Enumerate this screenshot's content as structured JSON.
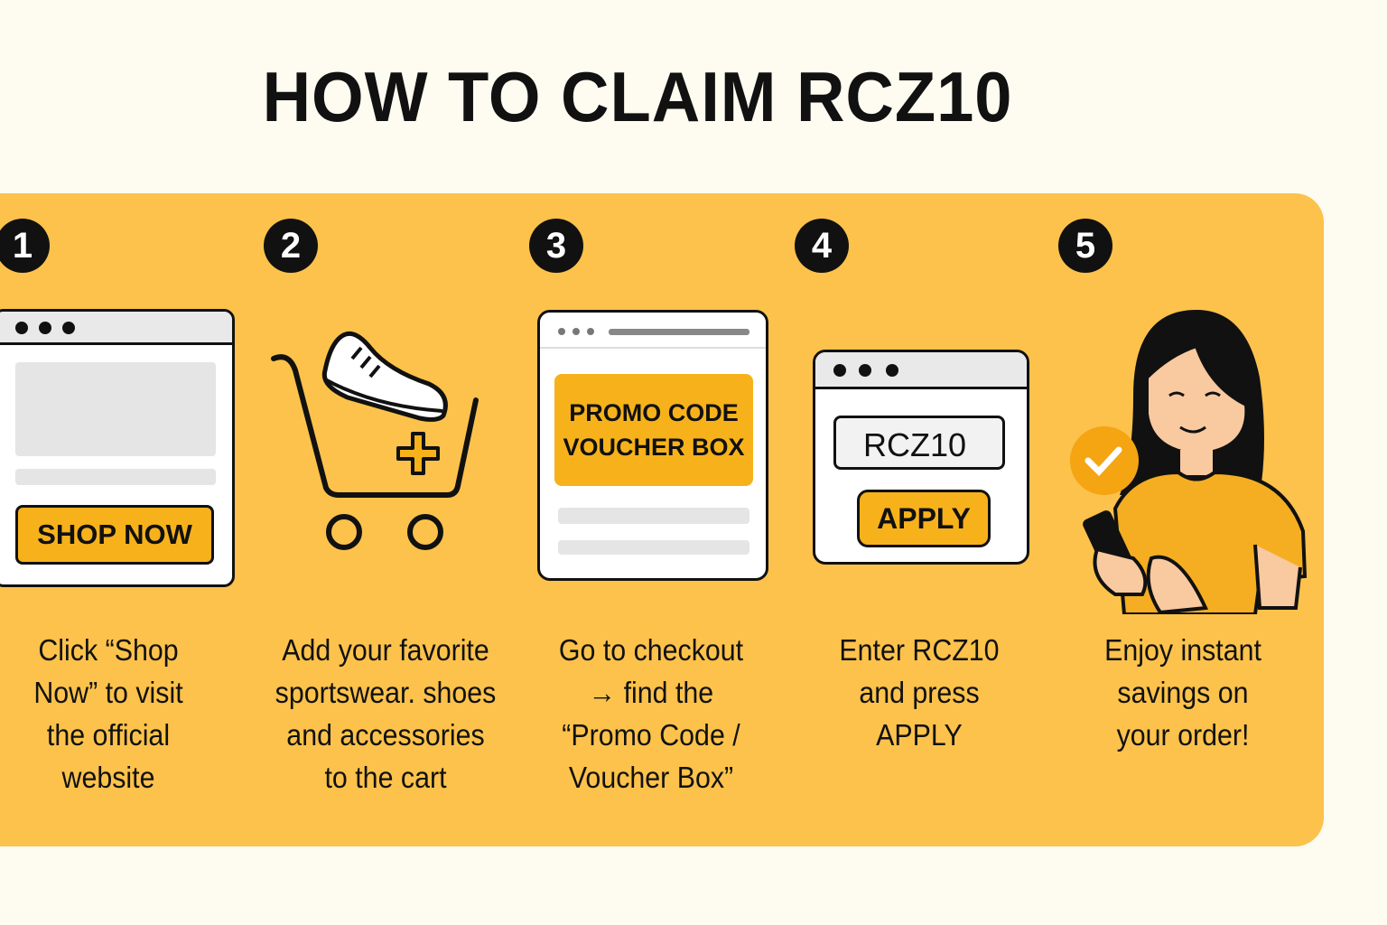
{
  "title": "HOW TO CLAIM RCZ10",
  "steps": [
    {
      "number": "1",
      "button": "SHOP NOW",
      "caption": [
        "Click “Shop",
        "Now” to visit",
        "the official",
        "website"
      ]
    },
    {
      "number": "2",
      "caption": [
        "Add your favorite",
        "sportswear. shoes",
        "and accessories",
        "to the cart"
      ]
    },
    {
      "number": "3",
      "box": [
        "PROMO CODE",
        "VOUCHER BOX"
      ],
      "caption": [
        "Go to checkout",
        "→ find the",
        "“Promo Code /",
        "Voucher Box”"
      ]
    },
    {
      "number": "4",
      "code": "RCZ10",
      "button": "APPLY",
      "caption": [
        "Enter RCZ10",
        "and press",
        "APPLY"
      ]
    },
    {
      "number": "5",
      "caption": [
        "Enjoy instant",
        "savings on",
        "your order!"
      ]
    }
  ],
  "colors": {
    "background": "#FEFBF0",
    "panel": "#FCC24B",
    "accent": "#F7B21B"
  }
}
